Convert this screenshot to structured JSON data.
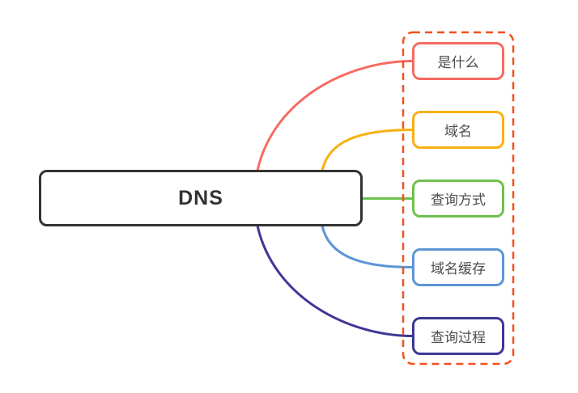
{
  "root": {
    "label": "DNS",
    "border_color": "#333333",
    "text_color": "#333333"
  },
  "group": {
    "frame_color": "#F4511E"
  },
  "branches": [
    {
      "label": "是什么",
      "color": "#F76B61"
    },
    {
      "label": "域名",
      "color": "#F9B011"
    },
    {
      "label": "查询方式",
      "color": "#6EC04E"
    },
    {
      "label": "域名缓存",
      "color": "#5C95D6"
    },
    {
      "label": "查询过程",
      "color": "#3F3795"
    }
  ],
  "label_color": "#4D4D4D"
}
